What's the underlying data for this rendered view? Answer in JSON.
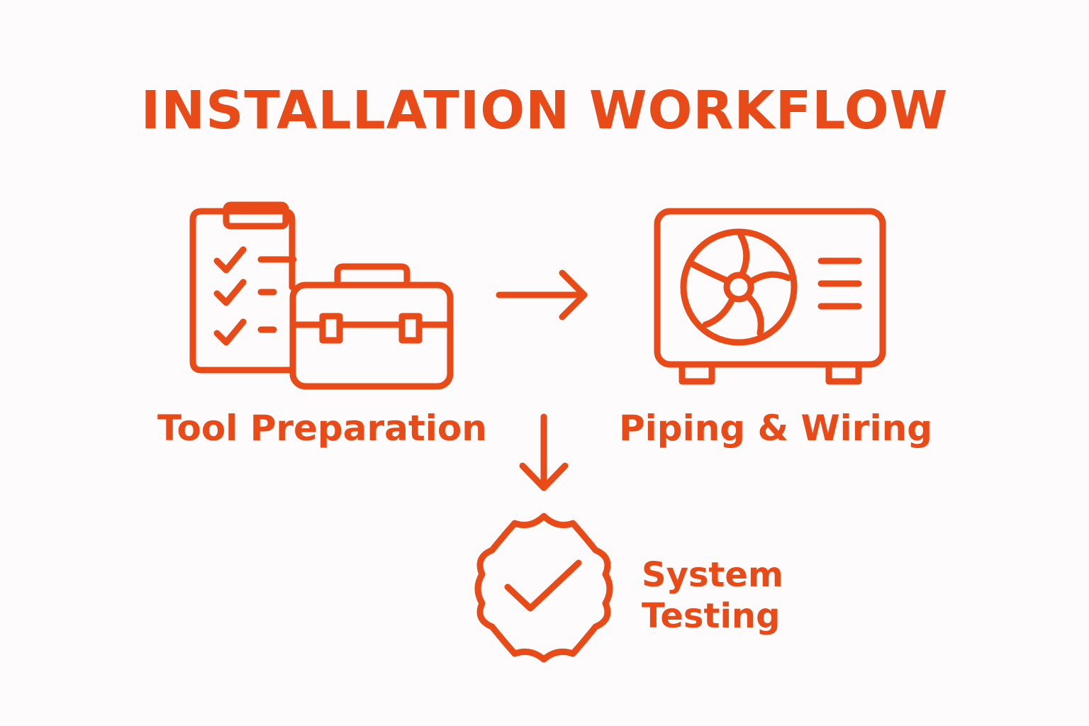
{
  "title": "INSTALLATION WORKFLOW",
  "steps": [
    {
      "label": "Tool Preparation",
      "icon": "clipboard-toolbox-icon"
    },
    {
      "label": "Piping & Wiring",
      "icon": "ac-outdoor-unit-icon"
    },
    {
      "label_line1": "System",
      "label_line2": "Testing",
      "icon": "check-badge-icon"
    }
  ],
  "colors": {
    "accent": "#e84a18",
    "background": "#fdfbfb"
  }
}
